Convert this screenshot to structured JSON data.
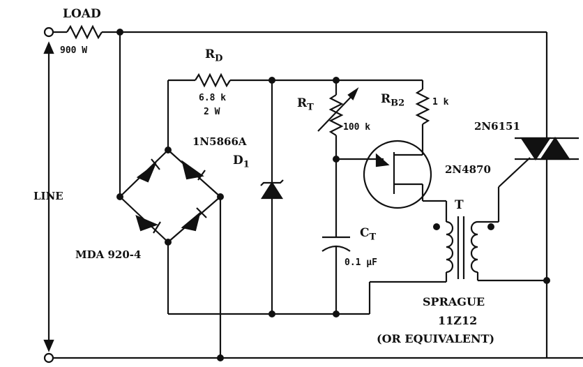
{
  "labels": {
    "load": "LOAD",
    "load_value": "900 W",
    "line": "LINE",
    "rd_main": "R",
    "rd_sub": "D",
    "rd_value1": "6.8 k",
    "rd_value2": "2 W",
    "zener_part": "1N5866A",
    "d1_main": "D",
    "d1_sub": "1",
    "rt_main": "R",
    "rt_sub": "T",
    "rt_value": "100 k",
    "rb2_main": "R",
    "rb2_sub": "B2",
    "rb2_value": "1 k",
    "ujt_part": "2N4870",
    "triac_part": "2N6151",
    "transformer": "T",
    "ct_main": "C",
    "ct_sub": "T",
    "ct_value": "0.1 µF",
    "bridge_part": "MDA 920-4",
    "sprague_line1": "SPRAGUE",
    "sprague_line2": "11Z12",
    "sprague_line3": "(OR EQUIVALENT)"
  }
}
